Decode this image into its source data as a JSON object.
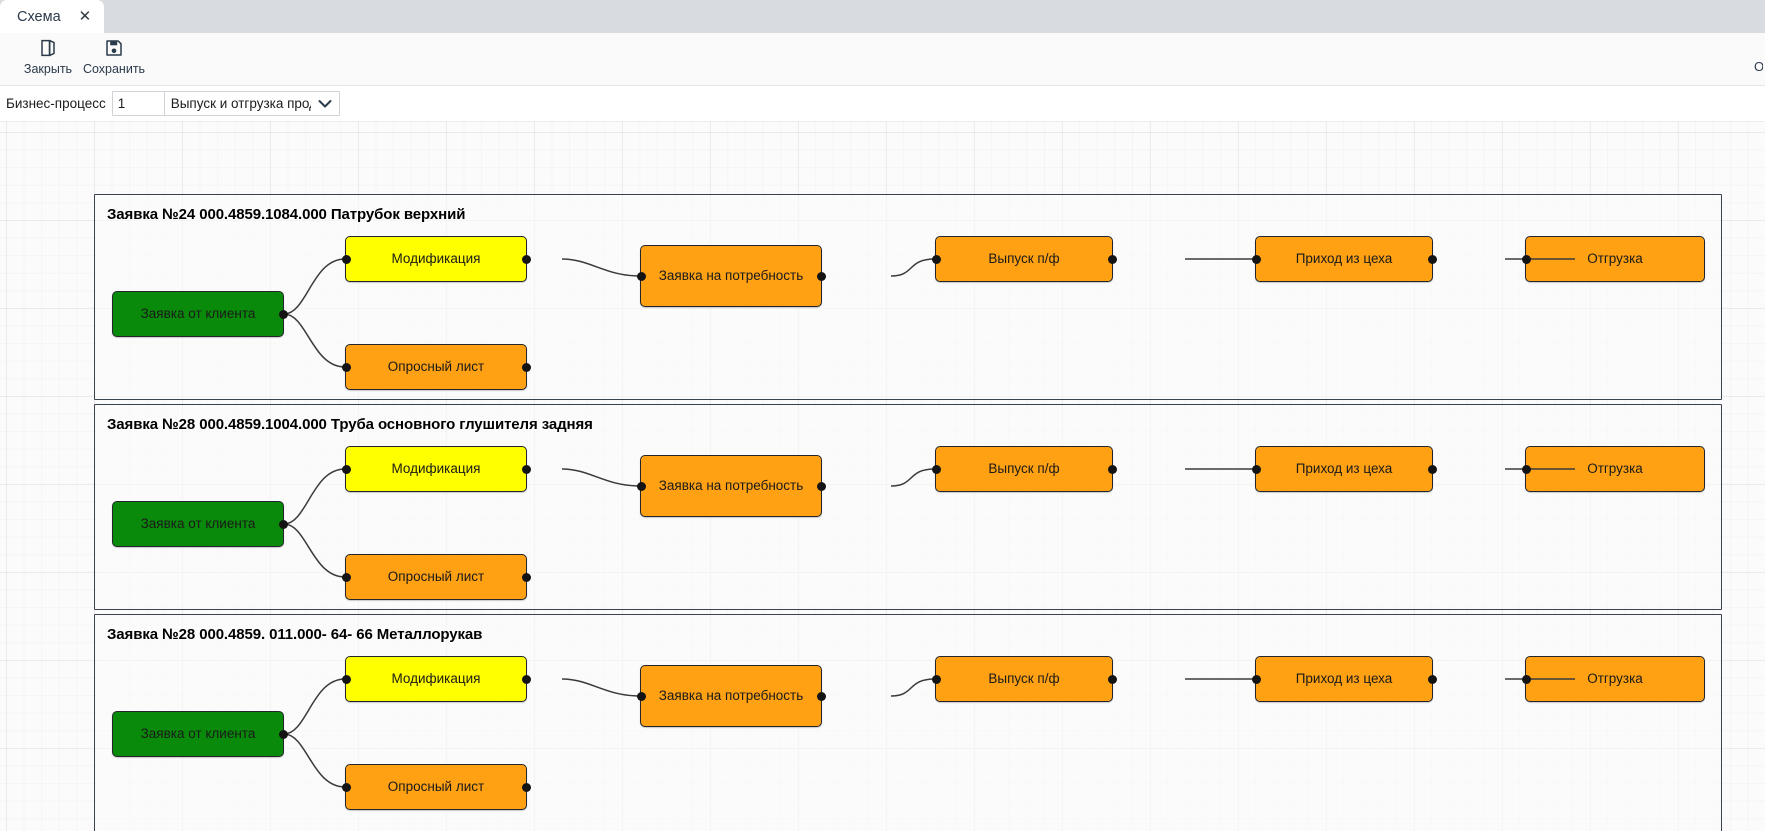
{
  "window": {
    "tab": {
      "label": "Схема",
      "close_icon": "close-icon"
    }
  },
  "toolbar": {
    "buttons": [
      {
        "label": "Закрыть",
        "icon": "door-exit-icon"
      },
      {
        "label": "Сохранить",
        "icon": "floppy-disk-save-icon"
      }
    ],
    "right_clipped_text": "О"
  },
  "parameters": {
    "label": "Бизнес-процесс",
    "number_value": "1",
    "number_placeholder": "",
    "select_value": "Выпуск и отгрузка проду",
    "select_options": [
      "Выпуск и отгрузка продукции"
    ],
    "dropdown_icon": "chevron-down-icon"
  },
  "colors": {
    "start_node": "#0a8a0a",
    "modification_node": "#ffff00",
    "process_node": "#ffa113",
    "group_border": "#3a4250",
    "edge": "#3a3a3a",
    "canvas_bg": "#fbfbfb",
    "tabbar_bg": "#d8dce1"
  },
  "diagram": {
    "groups": [
      {
        "title": "Заявка №24 000.4859.1084.000 Патрубок верхний",
        "nodes": [
          {
            "id": "start",
            "label": "Заявка от клиента",
            "type": "green"
          },
          {
            "id": "modif",
            "label": "Модификация",
            "type": "yellow"
          },
          {
            "id": "survey",
            "label": "Опросный лист",
            "type": "orange"
          },
          {
            "id": "need",
            "label": "Заявка на потребность",
            "type": "orange"
          },
          {
            "id": "issue",
            "label": "Выпуск п/ф",
            "type": "orange"
          },
          {
            "id": "income",
            "label": "Приход из цеха",
            "type": "orange"
          },
          {
            "id": "ship",
            "label": "Отгрузка",
            "type": "orange"
          }
        ]
      },
      {
        "title": "Заявка №28 000.4859.1004.000 Труба основного глушителя задняя",
        "nodes": [
          {
            "id": "start",
            "label": "Заявка от клиента",
            "type": "green"
          },
          {
            "id": "modif",
            "label": "Модификация",
            "type": "yellow"
          },
          {
            "id": "survey",
            "label": "Опросный лист",
            "type": "orange"
          },
          {
            "id": "need",
            "label": "Заявка на потребность",
            "type": "orange"
          },
          {
            "id": "issue",
            "label": "Выпуск п/ф",
            "type": "orange"
          },
          {
            "id": "income",
            "label": "Приход из цеха",
            "type": "orange"
          },
          {
            "id": "ship",
            "label": "Отгрузка",
            "type": "orange"
          }
        ]
      },
      {
        "title": "Заявка №28 000.4859. 011.000- 64- 66 Металлорукав",
        "nodes": [
          {
            "id": "start",
            "label": "Заявка от клиента",
            "type": "green"
          },
          {
            "id": "modif",
            "label": "Модификация",
            "type": "yellow"
          },
          {
            "id": "survey",
            "label": "Опросный лист",
            "type": "orange"
          },
          {
            "id": "need",
            "label": "Заявка на потребность",
            "type": "orange"
          },
          {
            "id": "issue",
            "label": "Выпуск п/ф",
            "type": "orange"
          },
          {
            "id": "income",
            "label": "Приход из цеха",
            "type": "orange"
          },
          {
            "id": "ship",
            "label": "Отгрузка",
            "type": "orange"
          }
        ]
      }
    ]
  }
}
